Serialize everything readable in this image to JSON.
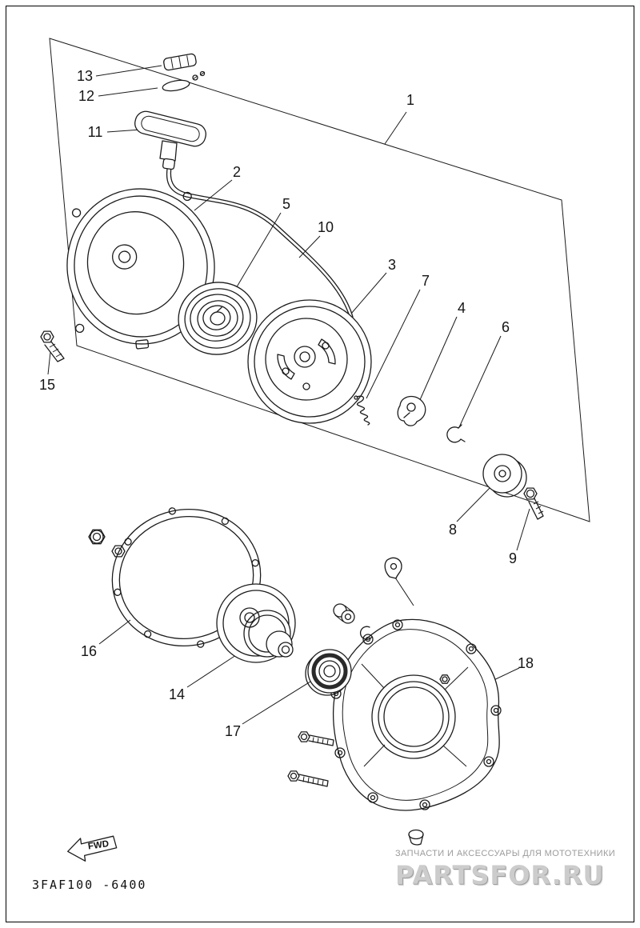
{
  "page": {
    "background": "#ffffff",
    "frame_color": "#000000",
    "line_color": "#1c1c1c"
  },
  "diagram": {
    "code": "3FAF100 -6400",
    "fwd_label": "FWD",
    "parts": [
      {
        "number": "1"
      },
      {
        "number": "2"
      },
      {
        "number": "3"
      },
      {
        "number": "4"
      },
      {
        "number": "5"
      },
      {
        "number": "6"
      },
      {
        "number": "7"
      },
      {
        "number": "8"
      },
      {
        "number": "9"
      },
      {
        "number": "10"
      },
      {
        "number": "11"
      },
      {
        "number": "12"
      },
      {
        "number": "13"
      },
      {
        "number": "14"
      },
      {
        "number": "15"
      },
      {
        "number": "16"
      },
      {
        "number": "17"
      },
      {
        "number": "18"
      }
    ]
  },
  "watermark": {
    "tagline": "ЗАПЧАСТИ И АКСЕССУАРЫ ДЛЯ МОТОТЕХНИКИ",
    "brand": "PARTSFOR.RU",
    "color": "#cccccc"
  }
}
